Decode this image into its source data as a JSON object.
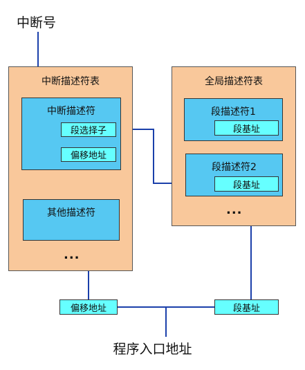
{
  "interrupt_number": "中断号",
  "idt": {
    "title": "中断描述符表",
    "interrupt_descriptor": {
      "title": "中断描述符",
      "segment_selector": "段选择子",
      "offset_address": "偏移地址"
    },
    "other_descriptor": "其他描述符",
    "ellipsis": "..."
  },
  "gdt": {
    "title": "全局描述符表",
    "segment_descriptor_1": {
      "title": "段描述符1",
      "segment_base": "段基址"
    },
    "segment_descriptor_2": {
      "title": "段描述符2",
      "segment_base": "段基址"
    },
    "ellipsis": "..."
  },
  "bottom": {
    "offset_address": "偏移地址",
    "segment_base": "段基址",
    "entry_address": "程序入口地址"
  },
  "colors": {
    "table_fill": "#f9c89b",
    "descriptor_fill": "#56c8f2",
    "field_fill": "#66ffff",
    "line": "#1a3faa"
  }
}
